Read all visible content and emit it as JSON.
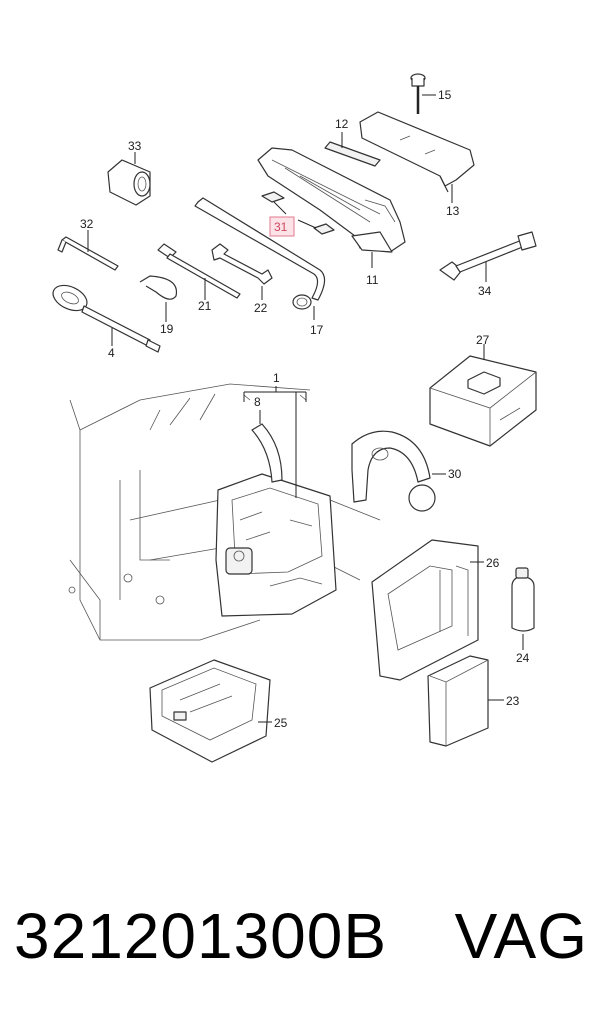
{
  "diagram": {
    "callouts": {
      "c1": "1",
      "c4": "4",
      "c8": "8",
      "c11": "11",
      "c12": "12",
      "c13": "13",
      "c15": "15",
      "c17": "17",
      "c19": "19",
      "c21": "21",
      "c22": "22",
      "c23": "23",
      "c24": "24",
      "c25": "25",
      "c26": "26",
      "c27": "27",
      "c30": "30",
      "c31": "31",
      "c32": "32",
      "c33": "33",
      "c34": "34"
    },
    "highlighted_callout": "31",
    "highlight_color": "#e07a8e"
  },
  "caption": {
    "part_number": "321201300B",
    "brand": "VAG"
  }
}
